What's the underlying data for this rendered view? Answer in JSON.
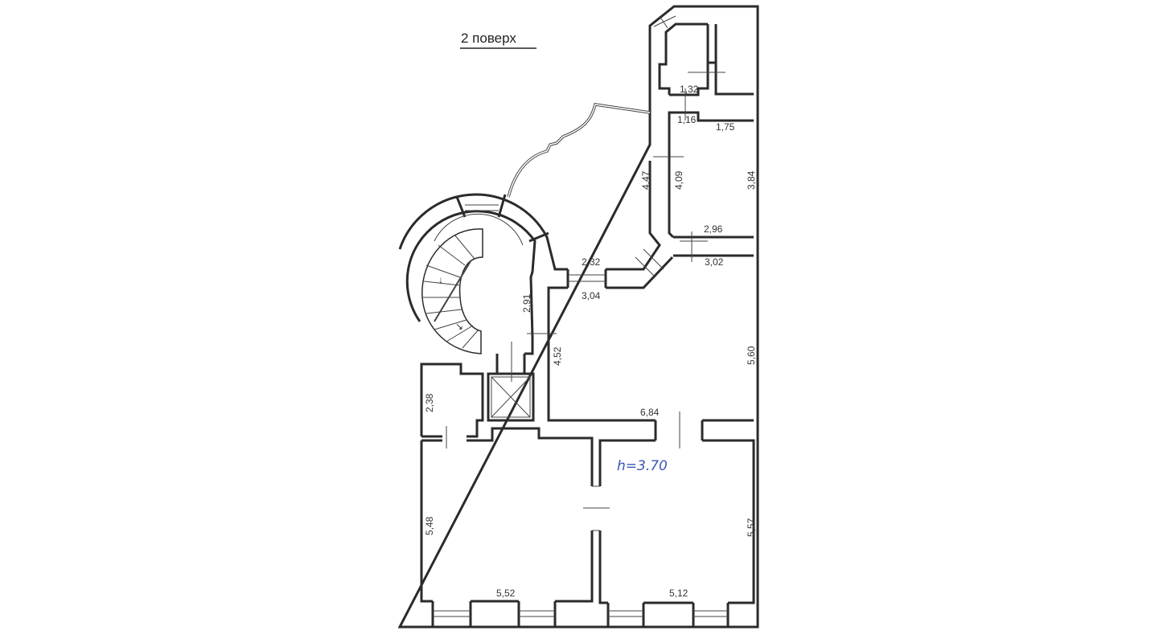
{
  "title": "2 поверх",
  "ceiling_height": "h=3.70",
  "dimensions": {
    "d132": "1,32",
    "d116": "1,16",
    "d175": "1,75",
    "d447": "4,47",
    "d409": "4,09",
    "d384": "3,84",
    "d296": "2,96",
    "d302": "3,02",
    "d232": "2,32",
    "d304": "3,04",
    "d291": "2,91",
    "d452": "4,52",
    "d560": "5,60",
    "d684": "6,84",
    "d238": "2,38",
    "d548": "5,48",
    "d552": "5,52",
    "d512": "5,12",
    "d557": "5,57"
  },
  "colors": {
    "wall": "#2b2b2b",
    "handwriting": "#3a55b8"
  }
}
